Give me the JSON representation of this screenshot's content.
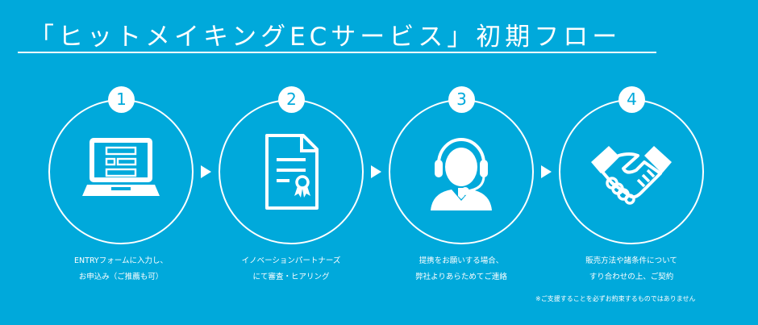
{
  "title": "「ヒットメイキングECサービス」初期フロー",
  "colors": {
    "background": "#00a9db",
    "foreground": "#ffffff"
  },
  "steps": [
    {
      "number": "1",
      "icon": "laptop-form-icon",
      "caption_line1": "ENTRYフォームに入力し、",
      "caption_line2": "お申込み（ご推薦も可）"
    },
    {
      "number": "2",
      "icon": "certificate-document-icon",
      "caption_line1": "イノベーションパートナーズ",
      "caption_line2": "にて審査・ヒアリング"
    },
    {
      "number": "3",
      "icon": "headset-operator-icon",
      "caption_line1": "提携をお願いする場合、",
      "caption_line2": "弊社よりあらためてご連絡"
    },
    {
      "number": "4",
      "icon": "handshake-icon",
      "caption_line1": "販売方法や諸条件について",
      "caption_line2": "すり合わせの上、ご契約"
    }
  ],
  "arrows": [
    "arrow-right-icon",
    "arrow-right-icon",
    "arrow-right-icon"
  ],
  "note": "※ご支援することを必ずお約束するものではありません"
}
